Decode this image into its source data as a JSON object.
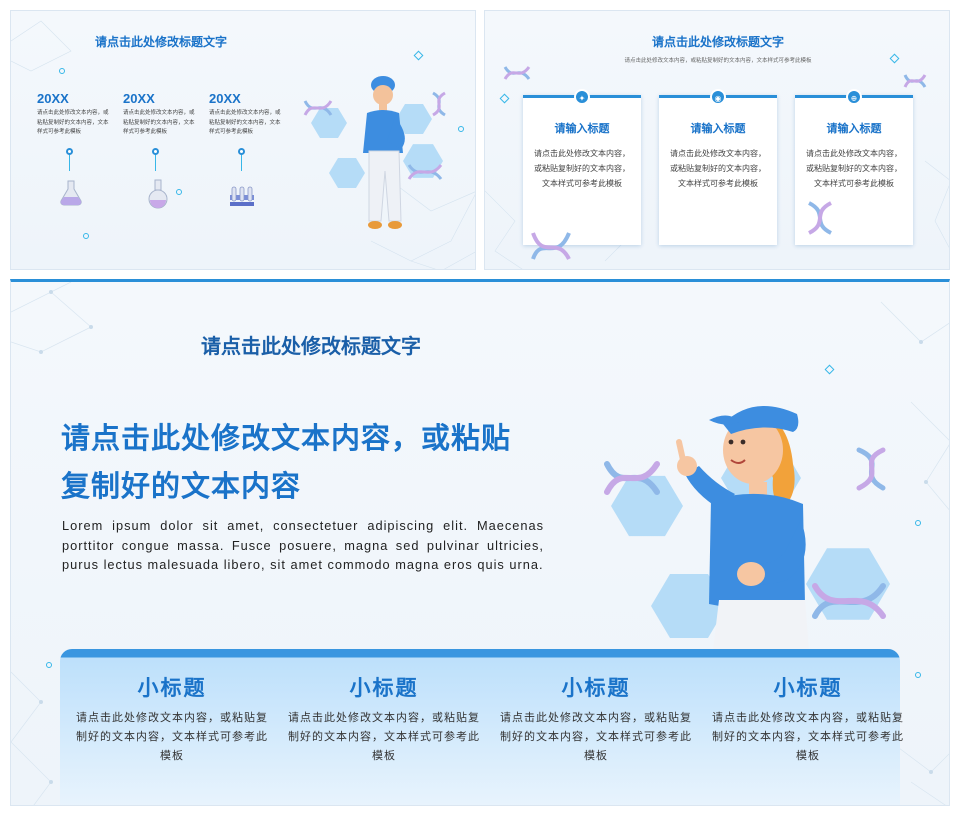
{
  "slide1": {
    "title": "请点击此处修改标题文字",
    "timeline": [
      {
        "year": "20XX",
        "text": "请点击此处修改文本内容，或粘贴复制好的文本内容，文本样式可参考此模板"
      },
      {
        "year": "20XX",
        "text": "请点击此处修改文本内容，或粘贴复制好的文本内容，文本样式可参考此模板"
      },
      {
        "year": "20XX",
        "text": "请点击此处修改文本内容，或粘贴复制好的文本内容，文本样式可参考此模板"
      }
    ]
  },
  "slide2": {
    "title": "请点击此处修改标题文字",
    "subtitle": "请点击此处修改文本内容，或粘贴复制好的文本内容，文本样式可参考此模板",
    "cards": [
      {
        "icon": "lightbulb-icon",
        "title": "请输入标题",
        "text": "请点击此处修改文本内容，或粘贴复制好的文本内容，文本样式可参考此模板"
      },
      {
        "icon": "brain-icon",
        "title": "请输入标题",
        "text": "请点击此处修改文本内容，或粘贴复制好的文本内容，文本样式可参考此模板"
      },
      {
        "icon": "globe-icon",
        "title": "请输入标题",
        "text": "请点击此处修改文本内容，或粘贴复制好的文本内容，文本样式可参考此模板"
      }
    ]
  },
  "slide3": {
    "title": "请点击此处修改标题文字",
    "headline_line1": "请点击此处修改文本内容，或粘贴",
    "headline_line2": "复制好的文本内容",
    "body": "Lorem ipsum dolor sit amet, consectetuer adipiscing elit. Maecenas porttitor congue massa. Fusce posuere, magna sed pulvinar ultricies, purus lectus malesuada libero, sit amet commodo magna eros quis urna.",
    "columns": [
      {
        "title": "小标题",
        "text": "请点击此处修改文本内容，或粘贴复制好的文本内容，文本样式可参考此模板"
      },
      {
        "title": "小标题",
        "text": "请点击此处修改文本内容，或粘贴复制好的文本内容，文本样式可参考此模板"
      },
      {
        "title": "小标题",
        "text": "请点击此处修改文本内容，或粘贴复制好的文本内容，文本样式可参考此模板"
      },
      {
        "title": "小标题",
        "text": "请点击此处修改文本内容，或粘贴复制好的文本内容，文本样式可参考此模板"
      }
    ]
  },
  "colors": {
    "accent": "#1a73c9",
    "light_blue": "#b5dcf7",
    "cyan": "#37b7e8"
  }
}
